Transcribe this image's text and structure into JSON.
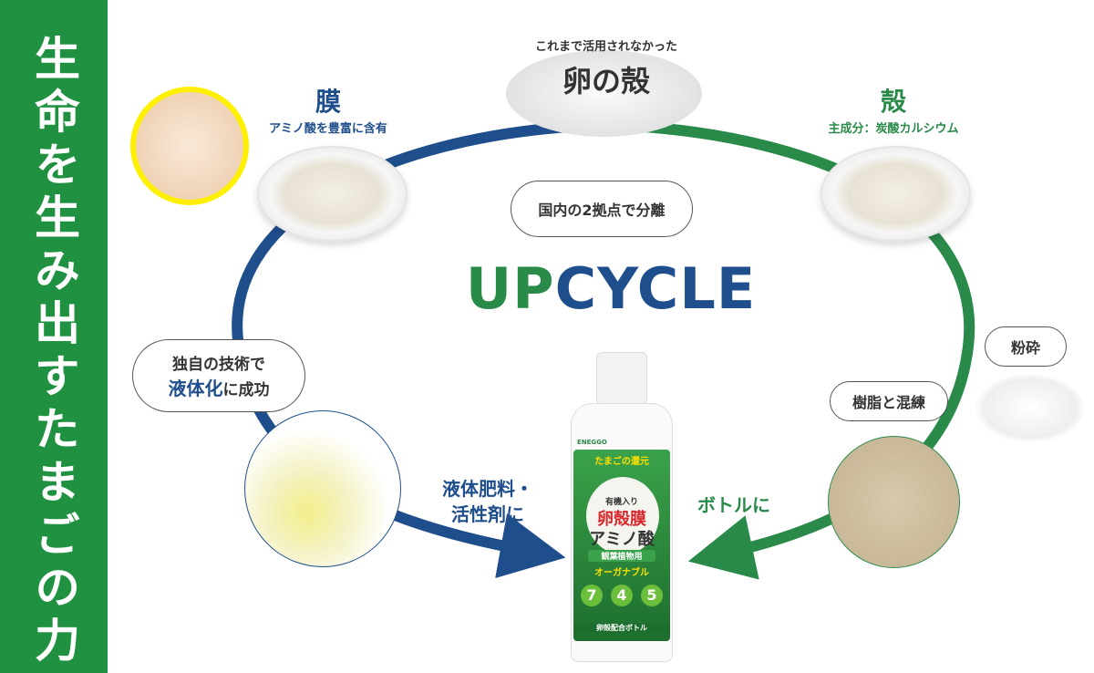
{
  "sidebar": {
    "title": "生命を生み出すたまごの力"
  },
  "top": {
    "subtitle": "これまで活用されなかった",
    "title": "卵の殻"
  },
  "membrane": {
    "title": "膜",
    "desc": "アミノ酸を豊富に含有"
  },
  "shell": {
    "title": "殻",
    "desc": "主成分：炭酸カルシウム"
  },
  "center_bubble": "国内の2拠点で分離",
  "upcycle": {
    "part1": "UP",
    "part2": "CYCLE"
  },
  "left_bubble": {
    "line1": "独自の技術で",
    "highlight": "液体化",
    "line2_rest": "に成功"
  },
  "left_caption": {
    "line1": "液体肥料・",
    "line2": "活性剤に"
  },
  "right_caption": "ボトルに",
  "crush_bubble": "粉砕",
  "resin_bubble": "樹脂と混練",
  "bottle": {
    "brand": "ENEGGO",
    "banner": "たまごの還元",
    "tag": "有機入り",
    "name1": "卵殻膜",
    "name2": "アミノ酸",
    "use": "観葉植物用",
    "sub": "オーガナブル",
    "npk": [
      "7",
      "4",
      "5"
    ],
    "footer": "卵殻配合ボトル"
  },
  "colors": {
    "green": "#1f9140",
    "blue": "#1f4e8c",
    "cycle_green": "#2a8a4a"
  }
}
